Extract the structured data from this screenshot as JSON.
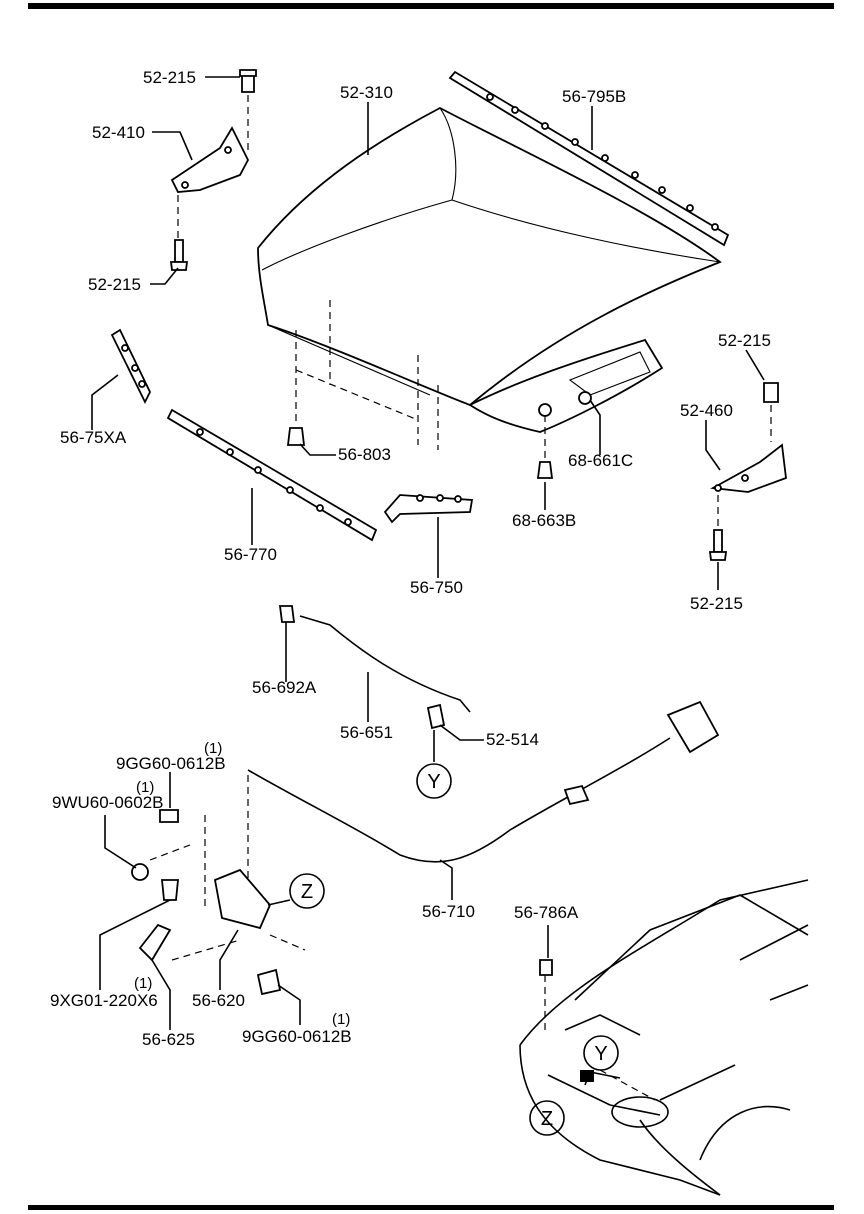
{
  "labels": {
    "p52215_top": "52-215",
    "p52410": "52-410",
    "p52215_left_bottom": "52-215",
    "p52310": "52-310",
    "p56795B": "56-795B",
    "p5675XA": "56-75XA",
    "p56803": "56-803",
    "p68661C": "68-661C",
    "p52215_right_top": "52-215",
    "p52460": "52-460",
    "p68663B": "68-663B",
    "p56770": "56-770",
    "p56750": "56-750",
    "p52215_right_bottom": "52-215",
    "p56692A": "56-692A",
    "p56651": "56-651",
    "p52514": "52-514",
    "p9GG60_top": "9GG60-0612B",
    "p9GG60_top_qty": "(1)",
    "p9WU60": "9WU60-0602B",
    "p9WU60_qty": "(1)",
    "p56710": "56-710",
    "p56786A": "56-786A",
    "p9XG01": "9XG01-220X6",
    "p9XG01_qty": "(1)",
    "p56620": "56-620",
    "p56625": "56-625",
    "p9GG60_bottom": "9GG60-0612B",
    "p9GG60_bottom_qty": "(1)"
  },
  "callouts": {
    "y_cable": "Y",
    "z_latch": "Z",
    "y_car": "Y",
    "z_car": "Z"
  }
}
